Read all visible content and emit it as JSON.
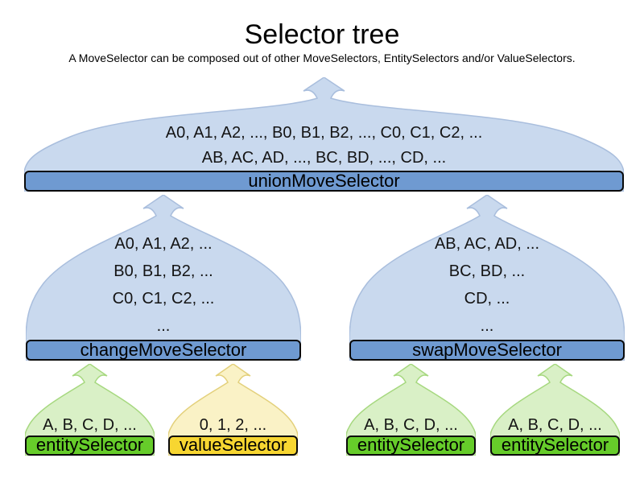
{
  "title": "Selector tree",
  "subtitle": "A MoveSelector can be composed out of other MoveSelectors, EntitySelectors and/or ValueSelectors.",
  "colors": {
    "blue_cloud_fill": "#c9d9ee",
    "blue_cloud_stroke": "#a9bedd",
    "blue_bar_fill": "#6f9ad1",
    "green_cloud_fill": "#d9f0c6",
    "green_cloud_stroke": "#a6d87f",
    "green_bar_fill": "#66cc2a",
    "yellow_cloud_fill": "#faf2c6",
    "yellow_cloud_stroke": "#e3d07b",
    "yellow_bar_fill": "#f7d631",
    "bar_border": "#000000",
    "text": "#000000"
  },
  "nodes": {
    "union": {
      "label": "unionMoveSelector",
      "lines": [
        "A0, A1, A2, ..., B0, B1, B2, ..., C0, C1, C2, ...",
        "AB, AC, AD, ..., BC, BD, ..., CD, ..."
      ]
    },
    "change": {
      "label": "changeMoveSelector",
      "lines": [
        "A0, A1, A2, ...",
        "B0, B1, B2, ...",
        "C0, C1, C2, ...",
        "..."
      ]
    },
    "swap": {
      "label": "swapMoveSelector",
      "lines": [
        "AB, AC, AD, ...",
        "BC, BD, ...",
        "CD, ...",
        "..."
      ]
    },
    "entity1": {
      "label": "entitySelector",
      "lines": [
        "A, B, C, D, ..."
      ]
    },
    "value1": {
      "label": "valueSelector",
      "lines": [
        "0, 1, 2, ..."
      ]
    },
    "entity2": {
      "label": "entitySelector",
      "lines": [
        "A, B, C, D, ..."
      ]
    },
    "entity3": {
      "label": "entitySelector",
      "lines": [
        "A, B, C, D, ..."
      ]
    }
  }
}
